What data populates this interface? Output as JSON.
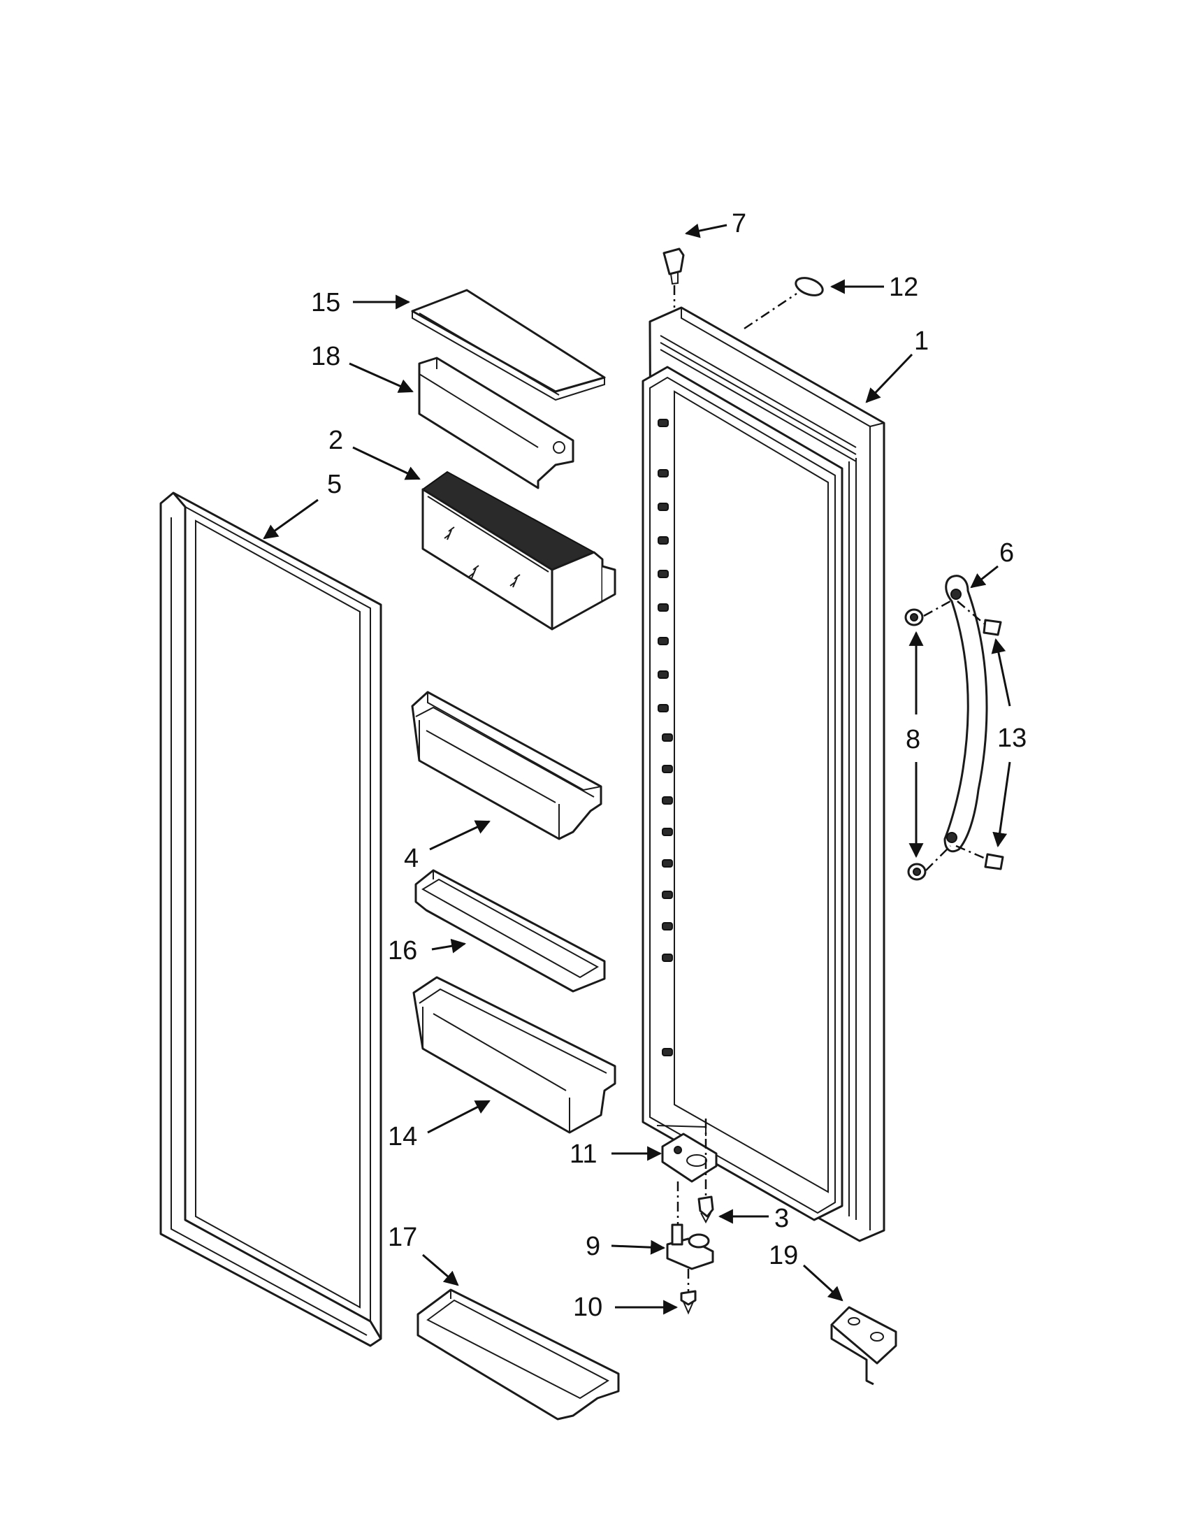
{
  "callouts": [
    {
      "id": "p1",
      "label": "1"
    },
    {
      "id": "p2",
      "label": "2"
    },
    {
      "id": "p3",
      "label": "3"
    },
    {
      "id": "p4",
      "label": "4"
    },
    {
      "id": "p5",
      "label": "5"
    },
    {
      "id": "p6",
      "label": "6"
    },
    {
      "id": "p7",
      "label": "7"
    },
    {
      "id": "p8",
      "label": "8"
    },
    {
      "id": "p9",
      "label": "9"
    },
    {
      "id": "p10",
      "label": "10"
    },
    {
      "id": "p11",
      "label": "11"
    },
    {
      "id": "p12",
      "label": "12"
    },
    {
      "id": "p13",
      "label": "13"
    },
    {
      "id": "p14",
      "label": "14"
    },
    {
      "id": "p15",
      "label": "15"
    },
    {
      "id": "p16",
      "label": "16"
    },
    {
      "id": "p17",
      "label": "17"
    },
    {
      "id": "p18",
      "label": "18"
    },
    {
      "id": "p19",
      "label": "19"
    }
  ]
}
